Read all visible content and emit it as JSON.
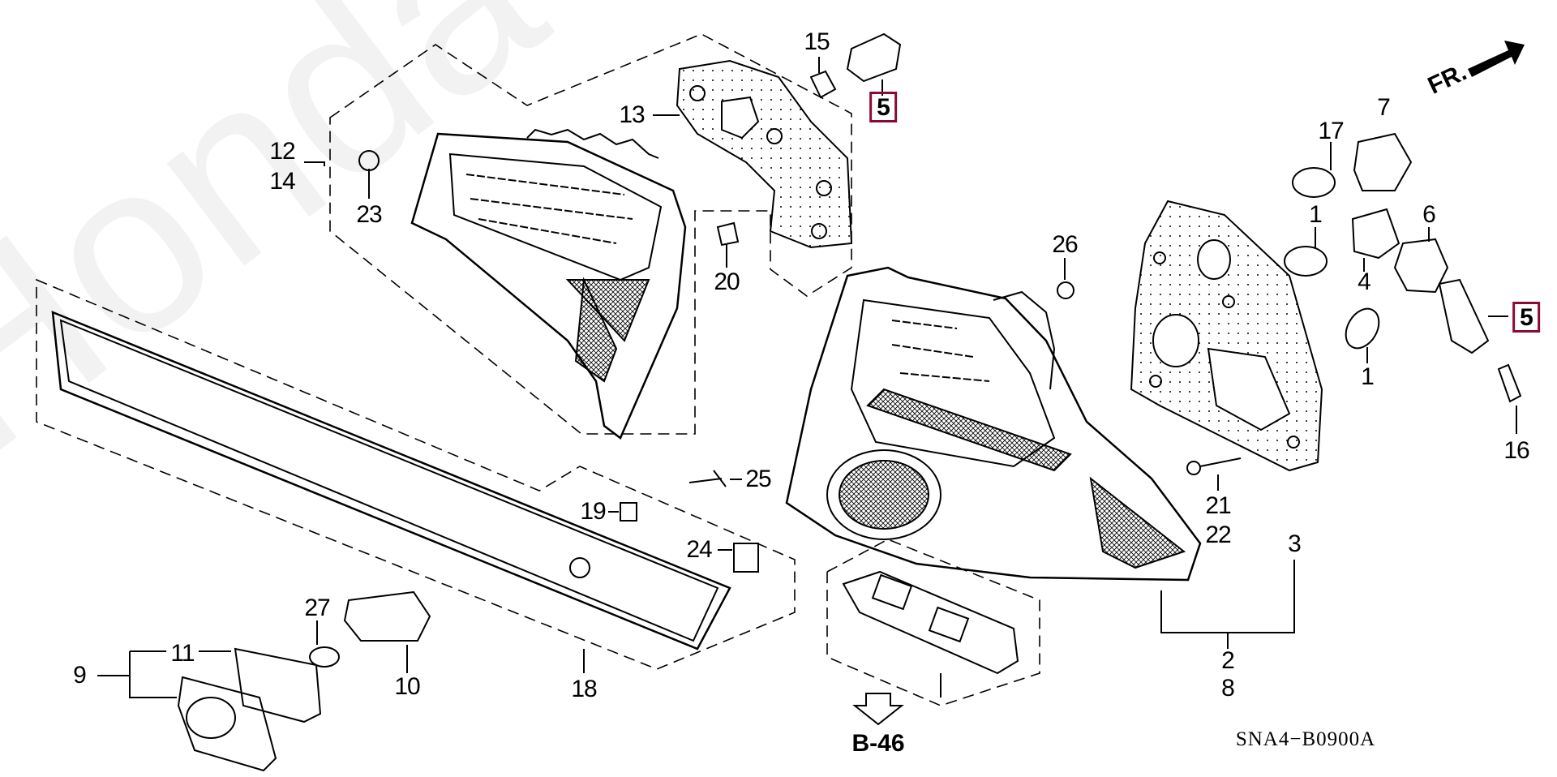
{
  "watermark": "HondaCarMine.ru",
  "direction_label": "FR.",
  "reference_arrow_label": "B-46",
  "diagram_code": "SNA4−B0900A",
  "highlight_color": "#8b0a32",
  "callouts": [
    {
      "id": "c15",
      "text": "15"
    },
    {
      "id": "c5a",
      "text": "5",
      "highlighted": true
    },
    {
      "id": "c13",
      "text": "13"
    },
    {
      "id": "c12",
      "text": "12"
    },
    {
      "id": "c14",
      "text": "14"
    },
    {
      "id": "c23",
      "text": "23"
    },
    {
      "id": "c20",
      "text": "20"
    },
    {
      "id": "c26",
      "text": "26"
    },
    {
      "id": "c17",
      "text": "17"
    },
    {
      "id": "c7",
      "text": "7"
    },
    {
      "id": "c1a",
      "text": "1"
    },
    {
      "id": "c6",
      "text": "6"
    },
    {
      "id": "c4",
      "text": "4"
    },
    {
      "id": "c5b",
      "text": "5",
      "highlighted": true
    },
    {
      "id": "c1b",
      "text": "1"
    },
    {
      "id": "c16",
      "text": "16"
    },
    {
      "id": "c25",
      "text": "25"
    },
    {
      "id": "c19",
      "text": "19"
    },
    {
      "id": "c21",
      "text": "21"
    },
    {
      "id": "c22",
      "text": "22"
    },
    {
      "id": "c3",
      "text": "3"
    },
    {
      "id": "c24",
      "text": "24"
    },
    {
      "id": "c27",
      "text": "27"
    },
    {
      "id": "c11",
      "text": "11"
    },
    {
      "id": "c9",
      "text": "9"
    },
    {
      "id": "c10",
      "text": "10"
    },
    {
      "id": "c18",
      "text": "18"
    },
    {
      "id": "c2",
      "text": "2"
    },
    {
      "id": "c8",
      "text": "8"
    }
  ]
}
